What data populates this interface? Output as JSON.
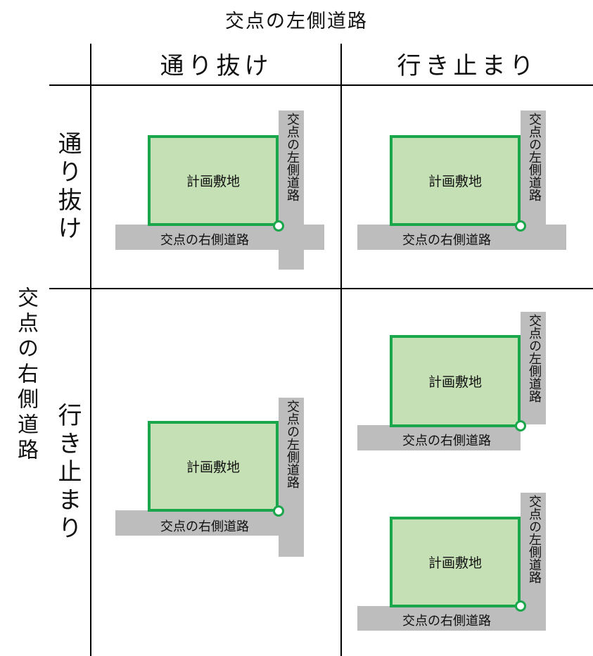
{
  "diagram": {
    "top_header": "交点の左側道路",
    "left_header": "交点の右側道路",
    "columns": [
      "通り抜け",
      "行き止まり"
    ],
    "rows": [
      "通り抜け",
      "行き止まり"
    ],
    "site_label": "計画敷地",
    "left_road_label": "交点の左側道路",
    "right_road_label": "交点の右側道路"
  },
  "colors": {
    "site_fill": "#c5e0b4",
    "site_border": "#1aa64a",
    "road": "#bdbdbd",
    "grid_line": "#000000"
  }
}
